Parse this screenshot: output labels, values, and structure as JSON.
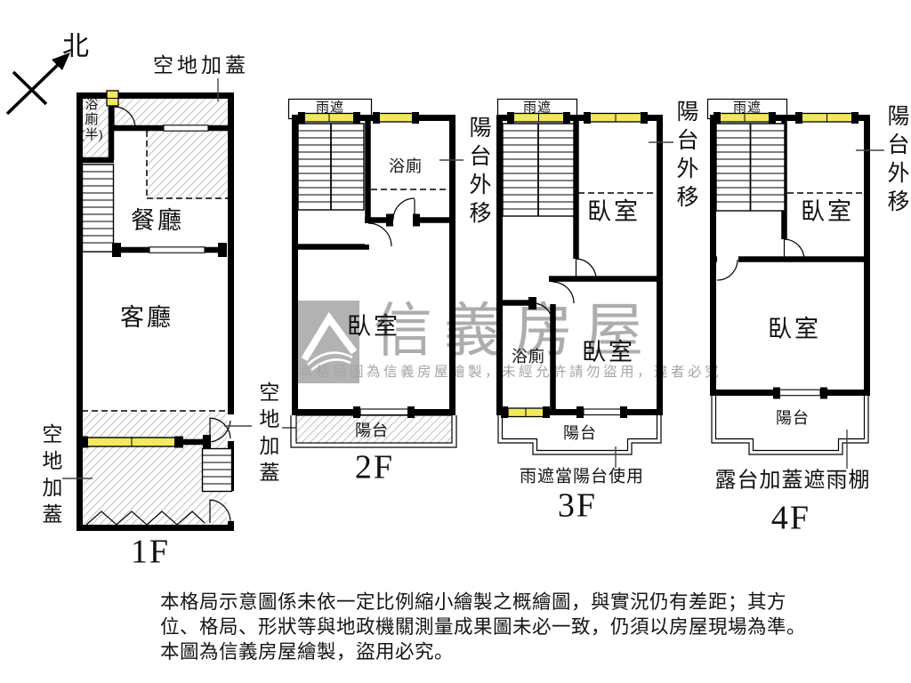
{
  "meta": {
    "kind": "real-estate floor plan sketch"
  },
  "colors": {
    "wall": "#000000",
    "window_fill": "#f0e85e",
    "hatch_line": "#c4c4c4",
    "watermark_gray": "#adadad",
    "background": "#ffffff"
  },
  "compass": {
    "north_label": "北"
  },
  "floor1": {
    "name": "1F",
    "note_top": "空地加蓋",
    "note_left": "空地加蓋",
    "note_mid": "空地加蓋",
    "bath": "浴\n廁\n(半)",
    "dining": "餐廳",
    "living": "客廳"
  },
  "floor2": {
    "name": "2F",
    "canopy": "雨遮",
    "bath": "浴廁",
    "bedroom": "臥室",
    "balcony": "陽台",
    "balcony_out": "陽台外移"
  },
  "floor3": {
    "name": "3F",
    "canopy": "雨遮",
    "bedroom_upper": "臥室",
    "bath": "浴廁",
    "bedroom_lower": "臥室",
    "balcony": "陽台",
    "balcony_out": "陽台外移",
    "canopy_note": "雨遮當陽台使用"
  },
  "floor4": {
    "name": "4F",
    "canopy": "雨遮",
    "bedroom_upper": "臥室",
    "bedroom_lower": "臥室",
    "balcony": "陽台",
    "balcony_out": "陽台外移",
    "terrace_note": "露台加蓋遮雨棚"
  },
  "watermark": {
    "brand": "信義房屋",
    "notice": "本格局圖為信義房屋繪製，未經允許請勿盜用，違者必究"
  },
  "disclaimer": {
    "line1": "本格局示意圖係未依一定比例縮小繪製之概繪圖，與實況仍有差距；其方",
    "line2": "位、格局、形狀等與地政機關測量成果圖未必一致，仍須以房屋現場為準。",
    "line3": "本圖為信義房屋繪製，盜用必究。"
  }
}
